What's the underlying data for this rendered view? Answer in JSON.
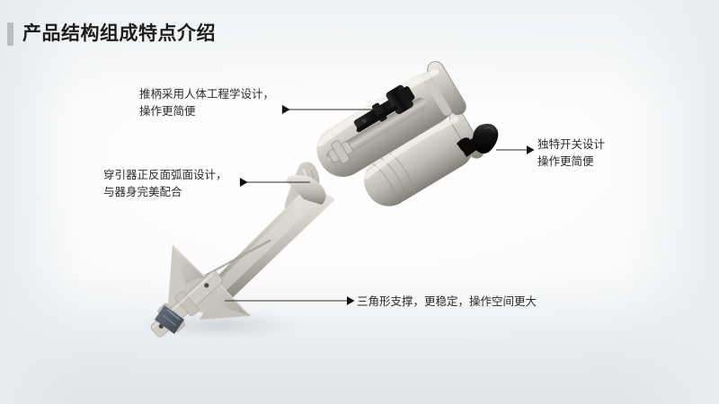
{
  "slide": {
    "title": "产品结构组成特点介绍",
    "accent_color": "#b8bdc2",
    "background_color": "#f2f4f6",
    "text_color": "#2a2a2a"
  },
  "callouts": [
    {
      "id": "handle",
      "line1": "推柄采用人体工程学设计，",
      "line2": "操作更简便",
      "arrow": "left-arrow-icon"
    },
    {
      "id": "guide",
      "line1": "穿引器正反面弧面设计，",
      "line2": "与器身完美配合",
      "arrow": "left-arrow-icon"
    },
    {
      "id": "switch",
      "line1": "独特开关设计",
      "line2": "操作更简便",
      "arrow": "right-arrow-icon"
    },
    {
      "id": "base",
      "line1": "三角形支撑，更稳定，操作空间更大",
      "line2": "",
      "arrow": "right-arrow-icon"
    }
  ],
  "product": {
    "name": "surgical-suture-passer-device",
    "body_color": "#bdbbb4",
    "body_highlight": "#dedbd4",
    "body_shadow": "#8d8b85",
    "knob_color": "#111111",
    "tip_color": "#525a6b"
  }
}
